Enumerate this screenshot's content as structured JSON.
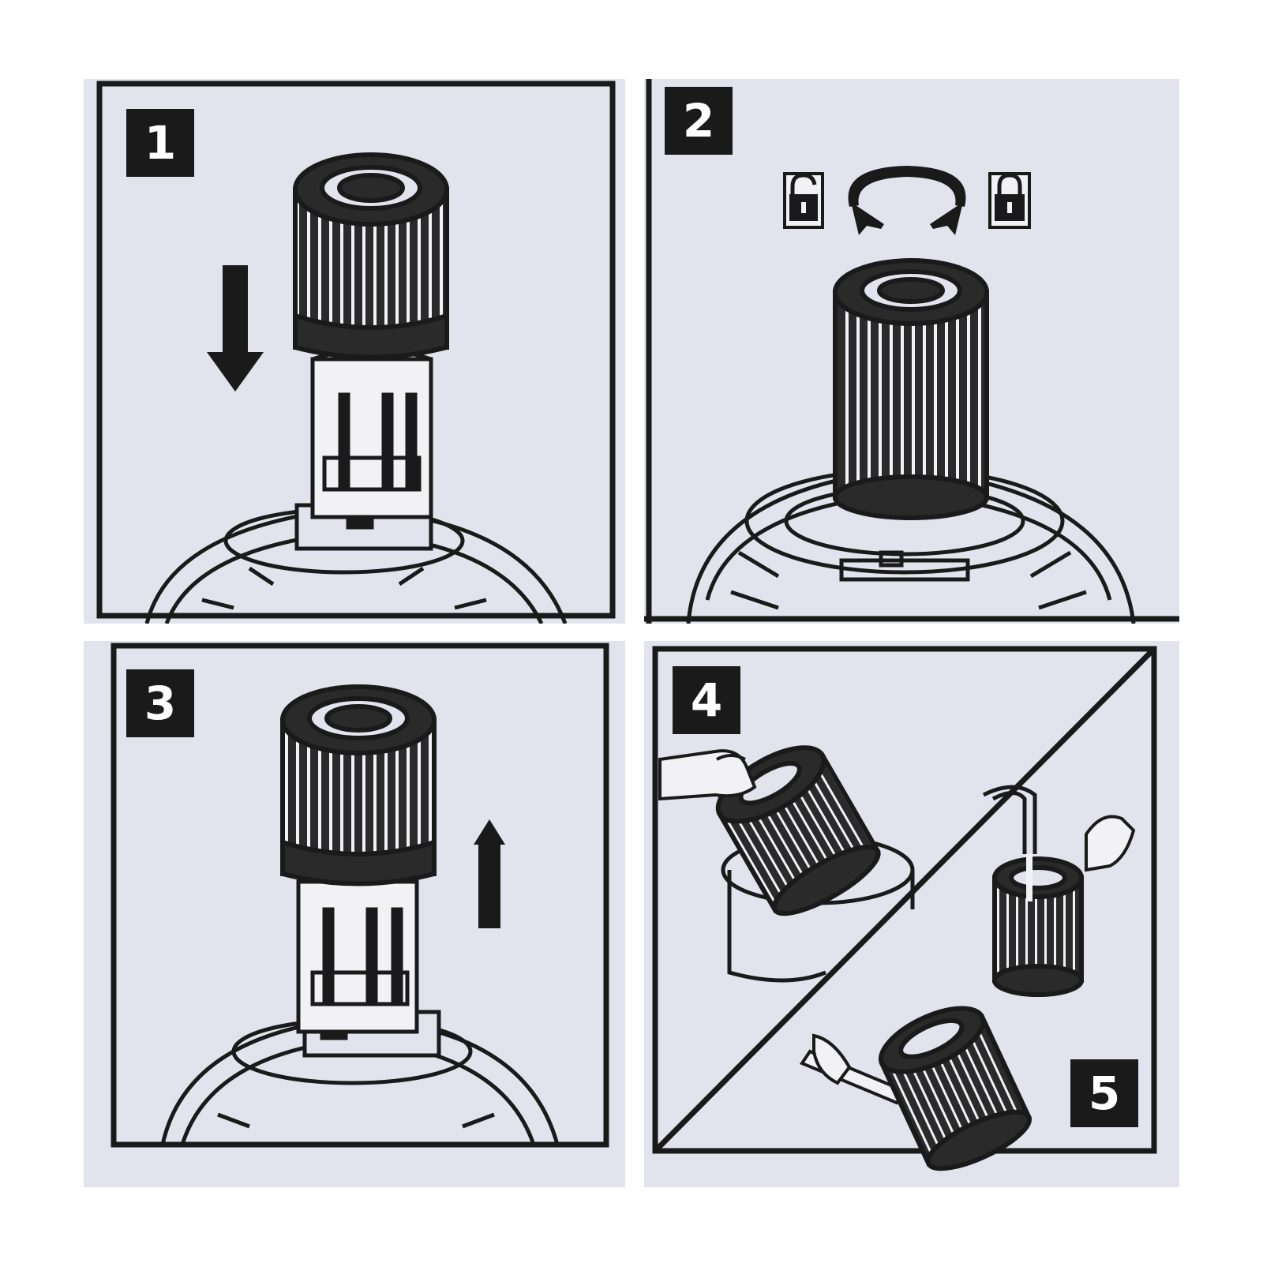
{
  "steps": [
    {
      "number": "1",
      "action": "insert-filter",
      "arrow": "down"
    },
    {
      "number": "2",
      "action": "twist-to-lock",
      "icons": [
        "unlocked-padlock",
        "rotate-arrows",
        "locked-padlock"
      ]
    },
    {
      "number": "3",
      "action": "remove-filter",
      "arrow": "up"
    },
    {
      "number": "4",
      "action": "tap-out-filter"
    },
    {
      "number": "5",
      "action": "brush-and-rinse-filter"
    }
  ],
  "colors": {
    "ink": "#1a1a1a",
    "panel": "#e3e3ee",
    "page": "#ffffff"
  }
}
